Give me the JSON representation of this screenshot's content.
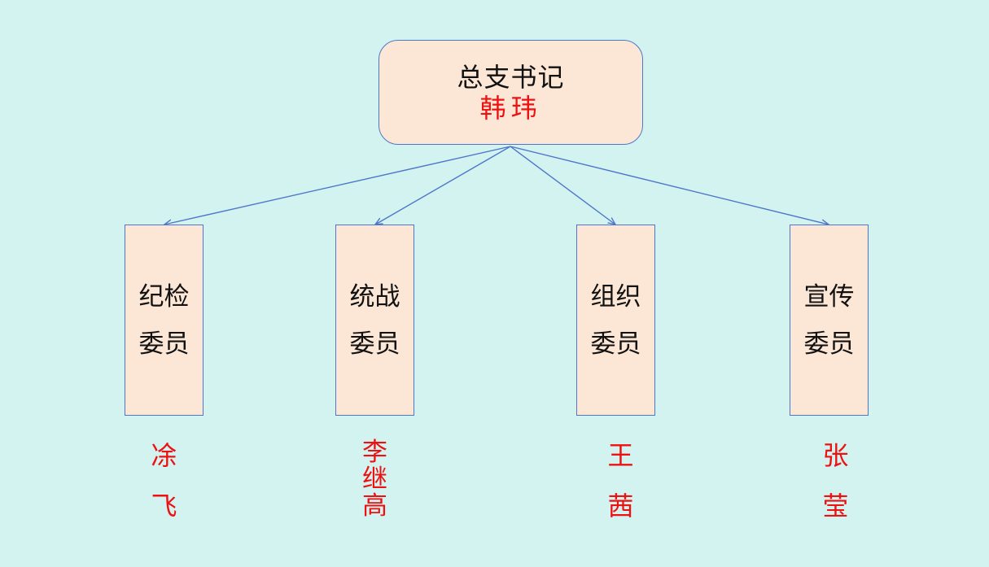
{
  "root": {
    "title": "总支书记",
    "name": "韩玮"
  },
  "members": [
    {
      "role_line1": "纪检",
      "role_line2": "委员",
      "name_chars": [
        "凃",
        "飞"
      ]
    },
    {
      "role_line1": "统战",
      "role_line2": "委员",
      "name_chars": [
        "李",
        "继",
        "高"
      ]
    },
    {
      "role_line1": "组织",
      "role_line2": "委员",
      "name_chars": [
        "王",
        "茜"
      ]
    },
    {
      "role_line1": "宣传",
      "role_line2": "委员",
      "name_chars": [
        "张",
        "莹"
      ]
    }
  ],
  "colors": {
    "background": "#d3f3f1",
    "box_fill": "#fce6d6",
    "border": "#4f77c9",
    "name_text": "#ee1111",
    "role_text": "#111111",
    "connector": "#4f77c9"
  }
}
